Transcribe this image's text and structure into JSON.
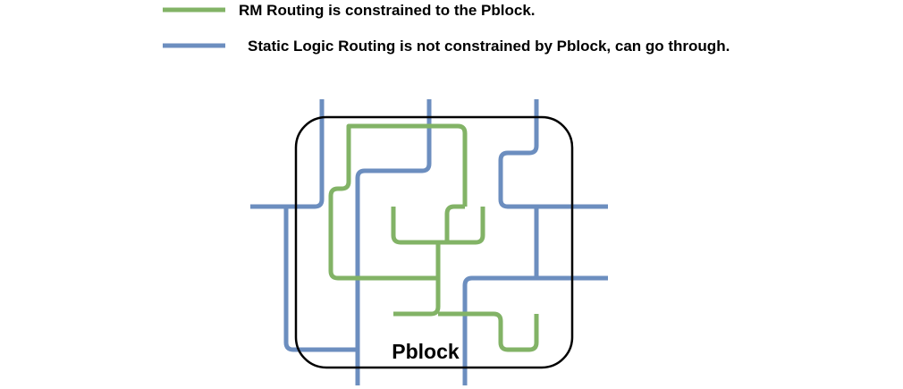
{
  "legend": {
    "items": [
      {
        "label": "RM Routing is constrained to the Pblock.",
        "color": "#82b366"
      },
      {
        "label": "Static Logic Routing is not constrained by Pblock, can go through.",
        "color": "#6c8ebf"
      }
    ]
  },
  "pblock": {
    "label": "Pblock",
    "border_color": "#000000"
  },
  "colors": {
    "rm_routing": "#82b366",
    "static_routing": "#6c8ebf"
  }
}
